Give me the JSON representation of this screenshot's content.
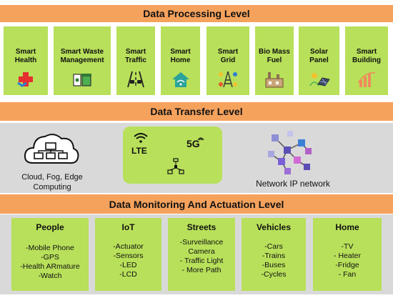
{
  "levels": {
    "processing": "Data Processing Level",
    "transfer": "Data Transfer Level",
    "monitoring": "Data Monitoring And Actuation Level"
  },
  "processing_cards": [
    {
      "label_lines": [
        "Smart",
        "Health"
      ],
      "icon": "health-icon"
    },
    {
      "label_lines": [
        "Smart Waste",
        "Management"
      ],
      "icon": "recycle-bin-icon"
    },
    {
      "label_lines": [
        "Smart",
        "Traffic"
      ],
      "icon": "traffic-road-icon"
    },
    {
      "label_lines": [
        "Smart",
        "Home"
      ],
      "icon": "smart-home-icon"
    },
    {
      "label_lines": [
        "Smart",
        "Grid"
      ],
      "icon": "power-grid-icon"
    },
    {
      "label_lines": [
        "Bio Mass",
        "Fuel"
      ],
      "icon": "factory-icon"
    },
    {
      "label_lines": [
        "Solar",
        "Panel"
      ],
      "icon": "solar-panel-icon"
    },
    {
      "label_lines": [
        "Smart",
        "Building"
      ],
      "icon": "building-chart-icon"
    }
  ],
  "transfer": {
    "cloud_caption_lines": [
      "Cloud, Fog, Edge",
      "Computing"
    ],
    "lte_label": "LTE",
    "fiveg_label": "5G",
    "network_caption": "Network IP network",
    "colors": {
      "panel": "#d9d9d9",
      "green": "#b8e05a",
      "band": "#f5a25d"
    }
  },
  "monitoring_cards": [
    {
      "title": "People",
      "items": [
        "-Mobile Phone",
        "-GPS",
        "-Health ARmature",
        "-Watch"
      ]
    },
    {
      "title": "IoT",
      "items": [
        "-Actuator",
        "-Sensors",
        "-LED",
        "-LCD"
      ]
    },
    {
      "title": "Streets",
      "items": [
        "-Surveillance",
        "Camera",
        "- Traffic Light",
        "- More Path"
      ]
    },
    {
      "title": "Vehicles",
      "items": [
        "-Cars",
        "-Trains",
        "-Buses",
        "-Cycles"
      ]
    },
    {
      "title": "Home",
      "items": [
        "-TV",
        "- Heater",
        "-Fridge",
        "- Fan"
      ]
    }
  ]
}
